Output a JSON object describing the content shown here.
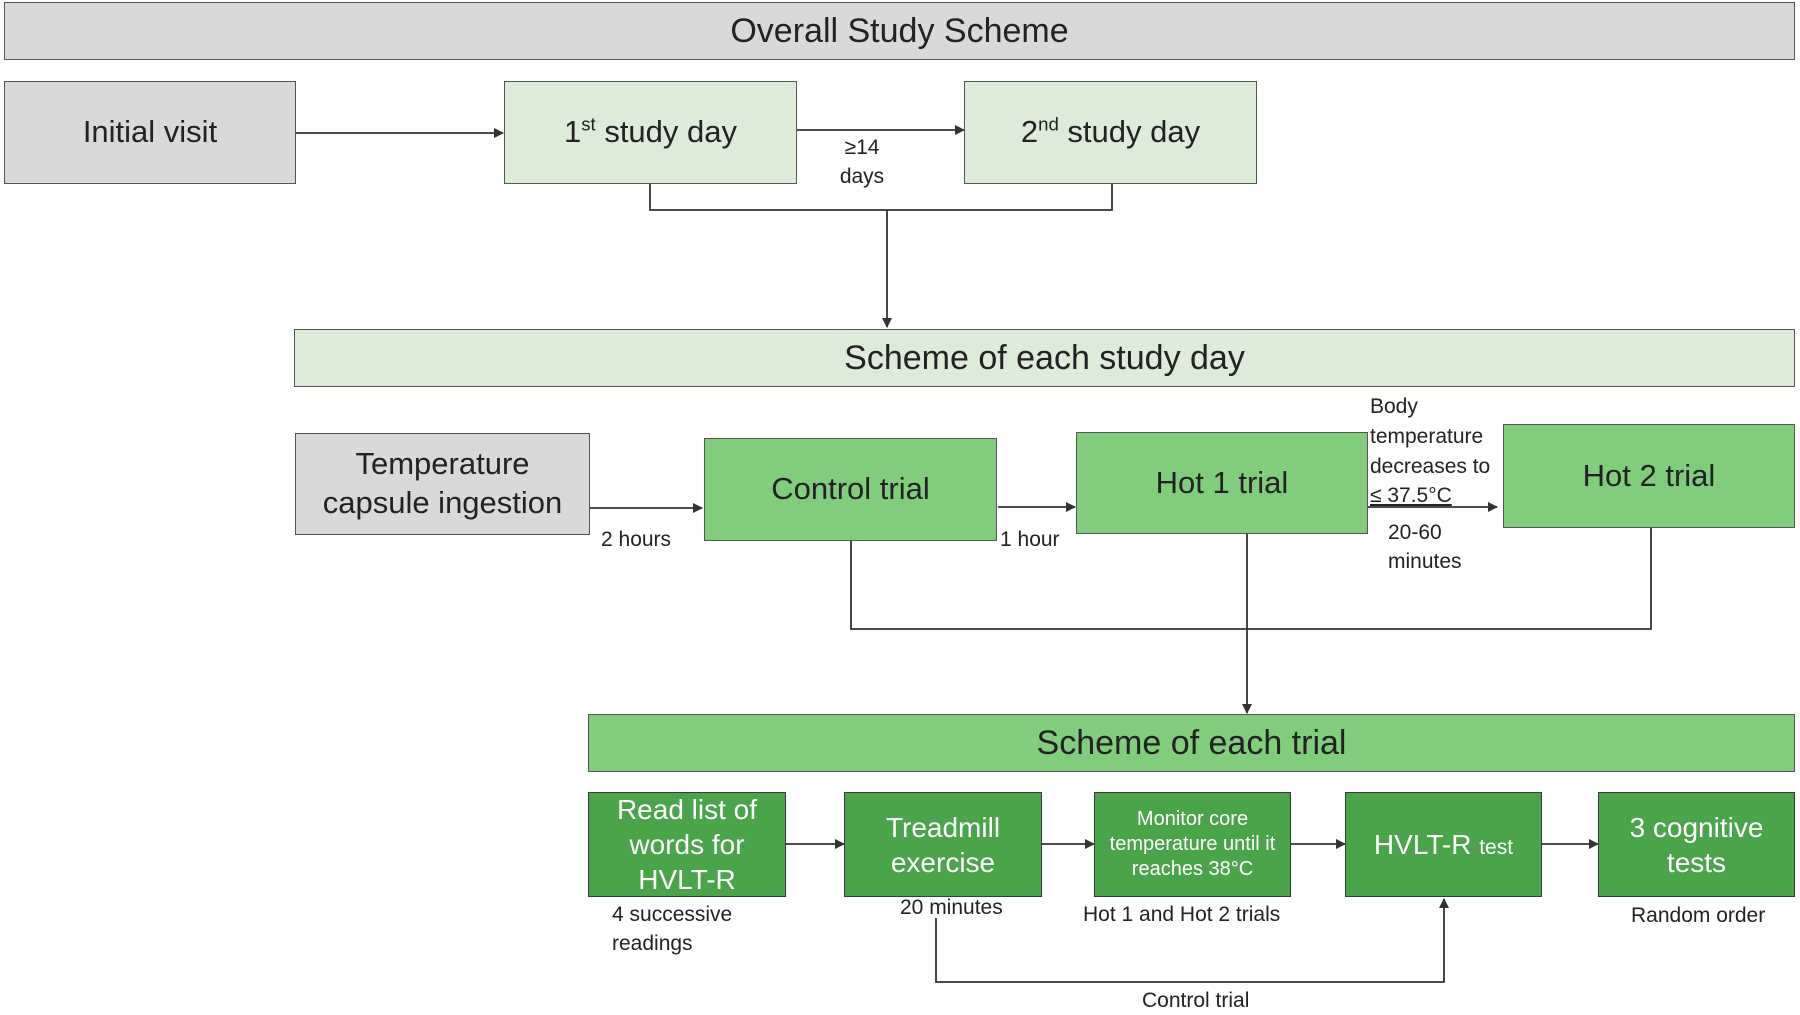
{
  "headers": {
    "overall": "Overall Study Scheme",
    "day": "Scheme of each study day",
    "trial": "Scheme of each trial"
  },
  "overall": {
    "initial_visit": "Initial visit",
    "day1_num": "1",
    "day1_sup": "st",
    "day1_rest": " study day",
    "day2_num": "2",
    "day2_sup": "nd",
    "day2_rest": " study day",
    "gap_value": "≥14",
    "gap_unit": "days"
  },
  "study_day": {
    "capsule": "Temperature capsule ingestion",
    "control": "Control trial",
    "hot1": "Hot 1 trial",
    "hot2": "Hot 2 trial",
    "wait_capsule": "2 hours",
    "wait_control": "1 hour",
    "cooldown_1": "Body",
    "cooldown_2": "temperature",
    "cooldown_3": "decreases to",
    "cooldown_4": "≤ 37.5°C",
    "cooldown_time_1": "20-60",
    "cooldown_time_2": "minutes"
  },
  "trial": {
    "read_list": "Read list of words for HVLT-R",
    "treadmill": "Treadmill exercise",
    "monitor": "Monitor core temperature until it reaches 38°C",
    "hvlt_main": "HVLT-R",
    "hvlt_sub": "test",
    "cognitive": "3 cognitive tests",
    "read_note_1": "4 successive",
    "read_note_2": "readings",
    "treadmill_note": "20 minutes",
    "monitor_note": "Hot 1 and Hot 2 trials",
    "control_path": "Control trial",
    "cognitive_note": "Random order"
  },
  "colors": {
    "grey": "#d9d9d9",
    "pale_green": "#dcecd9",
    "mid_green": "#82cc7e",
    "dark_green": "#4aa44a",
    "line": "#333333"
  }
}
